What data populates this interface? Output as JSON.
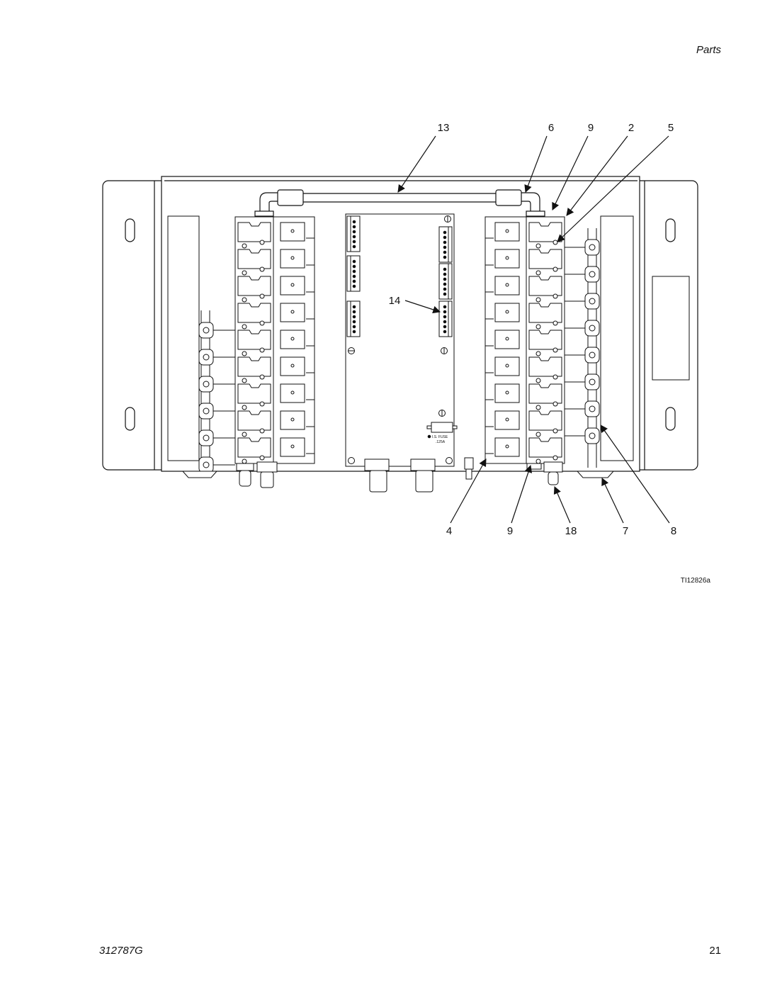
{
  "header": {
    "section": "Parts"
  },
  "diagram": {
    "callouts_top": [
      "13",
      "6",
      "9",
      "2",
      "5"
    ],
    "callout_middle": "14",
    "callouts_bottom": [
      "4",
      "9",
      "18",
      "7",
      "8"
    ],
    "fuse_label_line1": "I.S. FUSE",
    "fuse_label_line2": ".125A",
    "figure_ref": "TI12826a"
  },
  "footer": {
    "doc_number": "312787G",
    "page_number": "21"
  }
}
